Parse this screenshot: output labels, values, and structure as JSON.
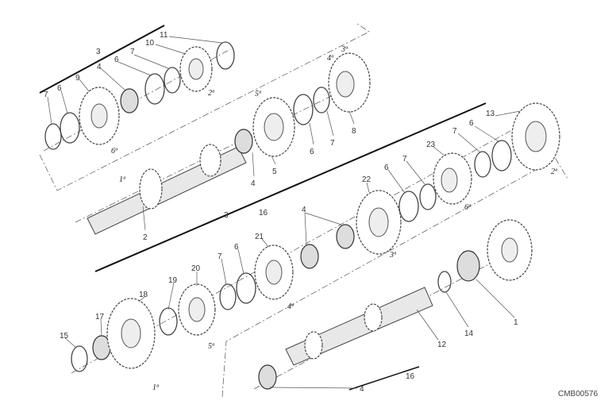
{
  "diagram": {
    "code": "CMB00576",
    "labels": {
      "p3a": "3",
      "p10": "10",
      "p11": "11",
      "p7a": "7",
      "p6a": "6",
      "p4a": "4",
      "p9": "9",
      "p6b": "6",
      "p7b": "7",
      "p4b": "4",
      "p5": "5",
      "p6c": "6",
      "p7c": "7",
      "p8": "8",
      "p2": "2",
      "p3b": "3",
      "p16a": "16",
      "p4c": "4",
      "p21": "21",
      "p22": "22",
      "p6d": "6",
      "p7d": "7",
      "p23": "23",
      "p7e": "7",
      "p6e": "6",
      "p13": "13",
      "p7f": "7",
      "p6f": "6",
      "p20": "20",
      "p19": "19",
      "p18": "18",
      "p17": "17",
      "p15": "15",
      "p1": "1",
      "p14": "14",
      "p12": "12",
      "p16b": "16",
      "p4d": "4"
    },
    "gear_marks": {
      "g2a": "2ª",
      "g6a": "6ª",
      "g5a": "5ª",
      "g4a": "4ª",
      "g3a": "3ª",
      "g1a": "1ª",
      "g6b": "6ª",
      "g3b": "3ª",
      "g2b": "2ª",
      "g4b": "4ª",
      "g5b": "5ª",
      "g1b": "1ª"
    }
  }
}
